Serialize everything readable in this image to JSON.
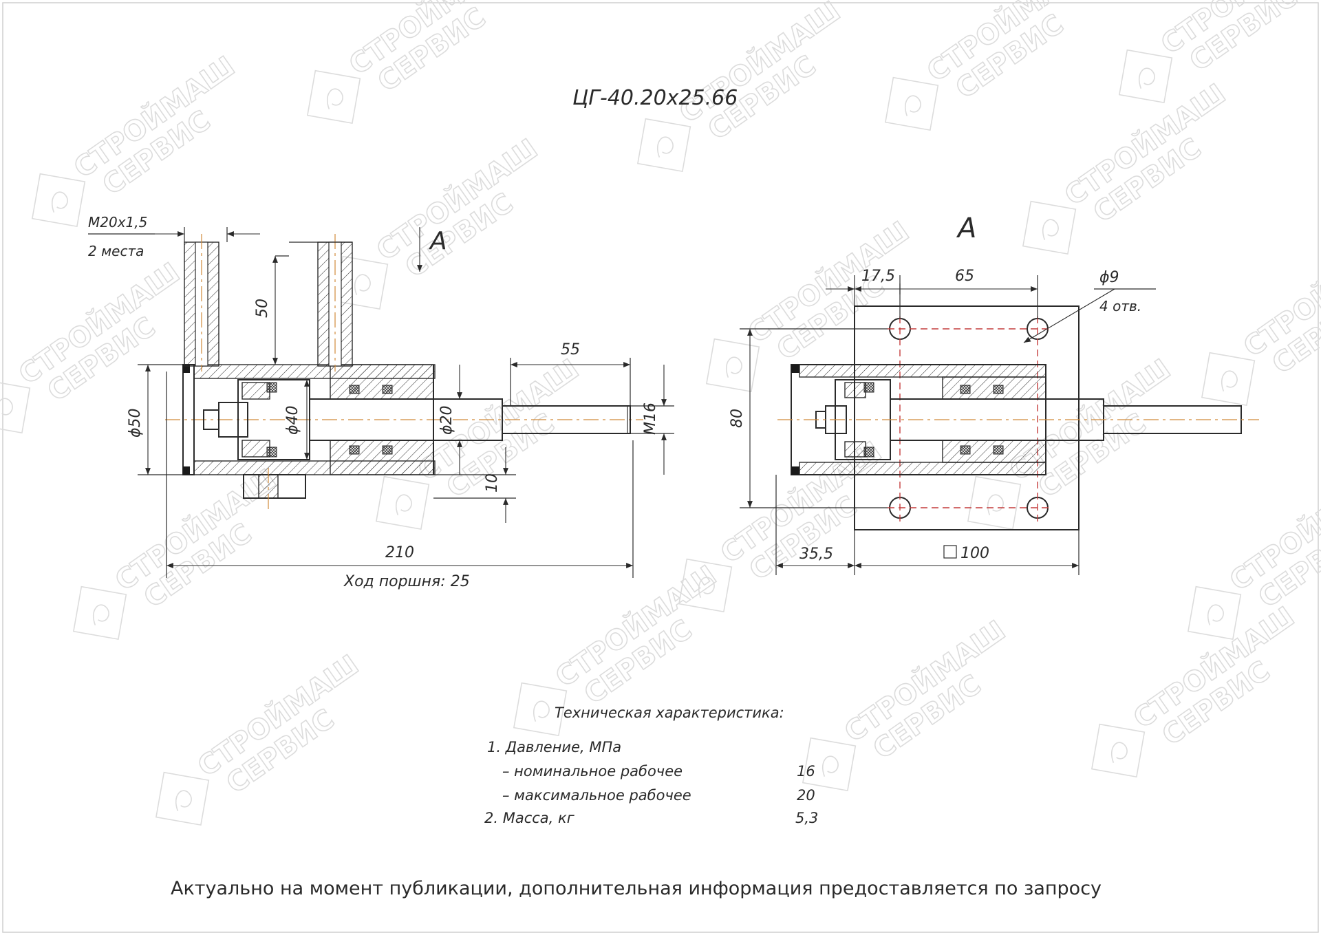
{
  "title": "ЦГ-40.20х25.66",
  "watermark": {
    "line1": "СТРОЙМАШ",
    "line2": "СЕРВИС"
  },
  "view_labels": {
    "arrow_label": "А",
    "end_view_label": "А"
  },
  "front_view": {
    "thread": "M20x1,5",
    "thread_count": "2 места",
    "port_height": "50",
    "rod_extension": "55",
    "bore_dia": "ϕ50",
    "piston_dia": "ϕ40",
    "rod_dia": "ϕ20",
    "rod_thread": "M16",
    "mount_offset": "10",
    "overall_length": "210",
    "stroke": "Ход поршня: 25"
  },
  "end_view": {
    "dim_left_top": "17,5",
    "dim_hole_spacing": "65",
    "hole_dia": "ϕ9",
    "hole_count": "4 отв.",
    "height": "80",
    "dim_left_bottom": "35,5",
    "flange_square": "100"
  },
  "specs": {
    "heading": "Техническая характеристика:",
    "rows": [
      {
        "label": "1. Давление, МПа",
        "value": ""
      },
      {
        "label": "– номинальное рабочее",
        "value": "16"
      },
      {
        "label": "– максимальное рабочее",
        "value": "20"
      },
      {
        "label": "2. Масса, кг",
        "value": "5,3"
      }
    ]
  },
  "footer": "Актуально на момент публикации, дополнительная информация предоставляется по запросу"
}
